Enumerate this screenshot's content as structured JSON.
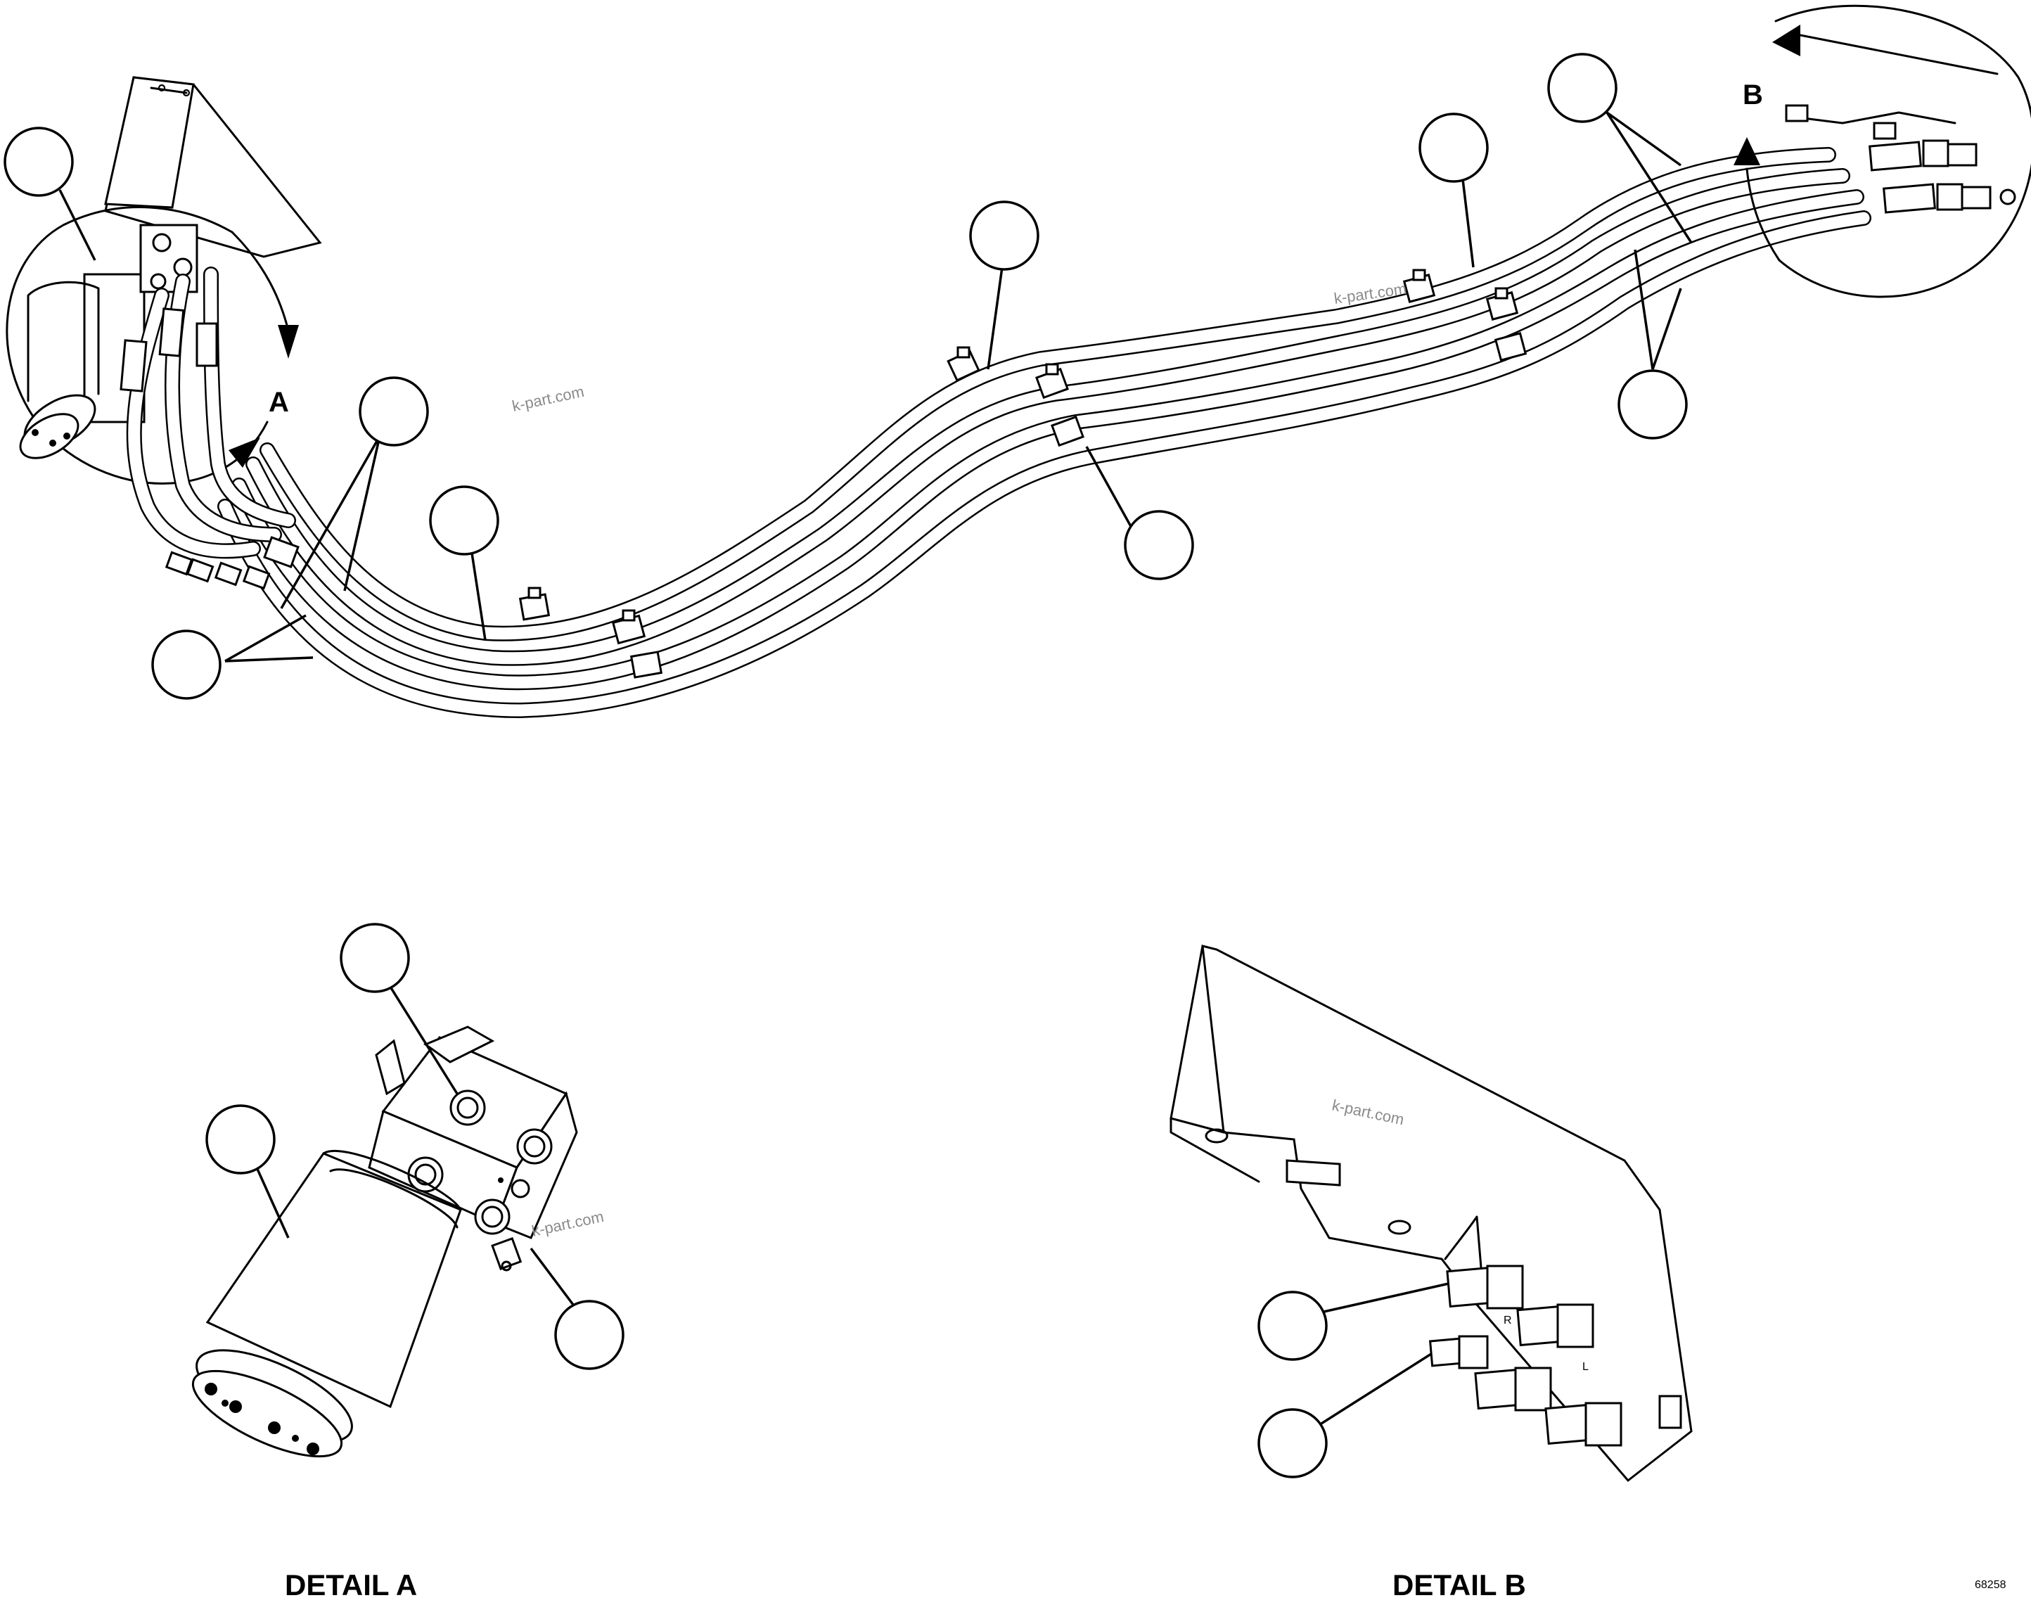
{
  "diagram": {
    "detail_a_marker": "A",
    "detail_b_marker": "B",
    "detail_a_caption": "DETAIL A",
    "detail_b_caption": "DETAIL B",
    "figure_number": "68258",
    "watermark": "k-part.com",
    "port_label_r": "R",
    "port_label_l": "L"
  }
}
